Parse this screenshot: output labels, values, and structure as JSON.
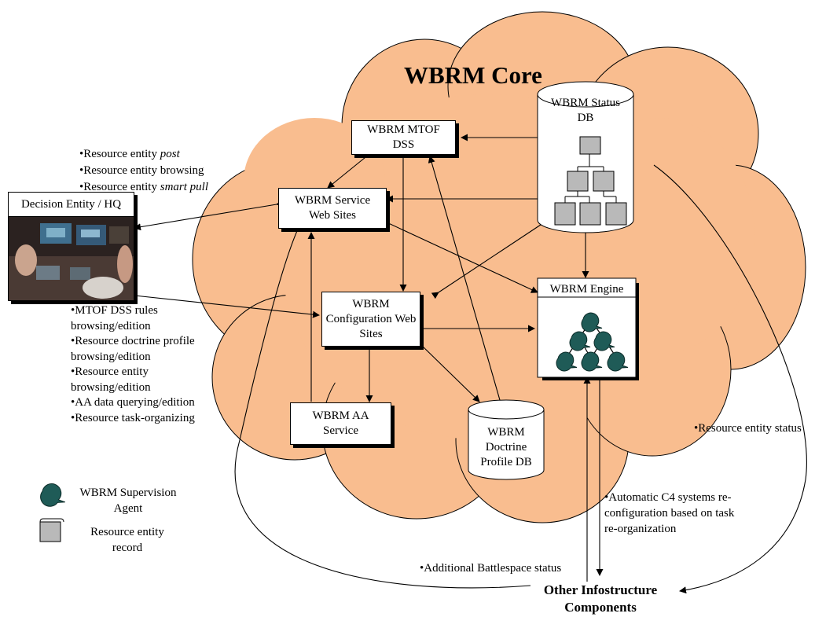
{
  "title": "WBRM Core",
  "boxes": {
    "mtof": "WBRM MTOF\nDSS",
    "service": "WBRM Service\nWeb Sites",
    "config": "WBRM\nConfiguration Web\nSites",
    "aa": "WBRM AA\nService",
    "engine": "WBRM Engine"
  },
  "databases": {
    "status": "WBRM Status\nDB",
    "doctrine": "WBRM\nDoctrine\nProfile DB"
  },
  "decision_entity": "Decision Entity / HQ",
  "notes_top": {
    "line1_prefix": "•Resource entity ",
    "line1_em": "post",
    "line2": "•Resource entity browsing",
    "line3_prefix": "•Resource entity ",
    "line3_em": "smart pull"
  },
  "notes_left": [
    "•MTOF DSS rules\nbrowsing/edition",
    "•Resource doctrine profile\nbrowsing/edition",
    "•Resource entity\nbrowsing/edition",
    "•AA data querying/edition",
    "•Resource task-organizing"
  ],
  "note_resource_status": "•Resource entity status",
  "note_c4": "•Automatic C4 systems re-\nconfiguration based on task\nre-organization",
  "note_battlespace": "•Additional Battlespace status",
  "other_components": "Other Infostructure\nComponents",
  "legend": {
    "agent": "WBRM Supervision\nAgent",
    "record": "Resource entity\nrecord"
  },
  "colors": {
    "cloud": "#f9bd8f",
    "agent": "#1f5b57",
    "record": "#b9b9b9"
  }
}
